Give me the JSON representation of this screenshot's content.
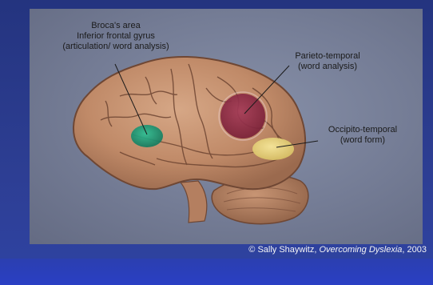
{
  "labels": {
    "broca_line1": "Broca's area",
    "broca_line2": "Inferior frontal gyrus",
    "broca_line3": "(articulation/ word analysis)",
    "parieto_line1": "Parieto-temporal",
    "parieto_line2": "(word analysis)",
    "occipito_line1": "Occipito-temporal",
    "occipito_line2": "(word form)"
  },
  "credit": {
    "prefix": "© Sally Shaywitz, ",
    "title": "Overcoming Dyslexia",
    "suffix": ", 2003"
  },
  "colors": {
    "broca_region": "#1f9b7a",
    "parieto_region": "#8a2a44",
    "occipito_region": "#e6d27a",
    "brain": "#c38f6d",
    "background_panel": "#7a819a",
    "frame": "#2a3a8c"
  }
}
